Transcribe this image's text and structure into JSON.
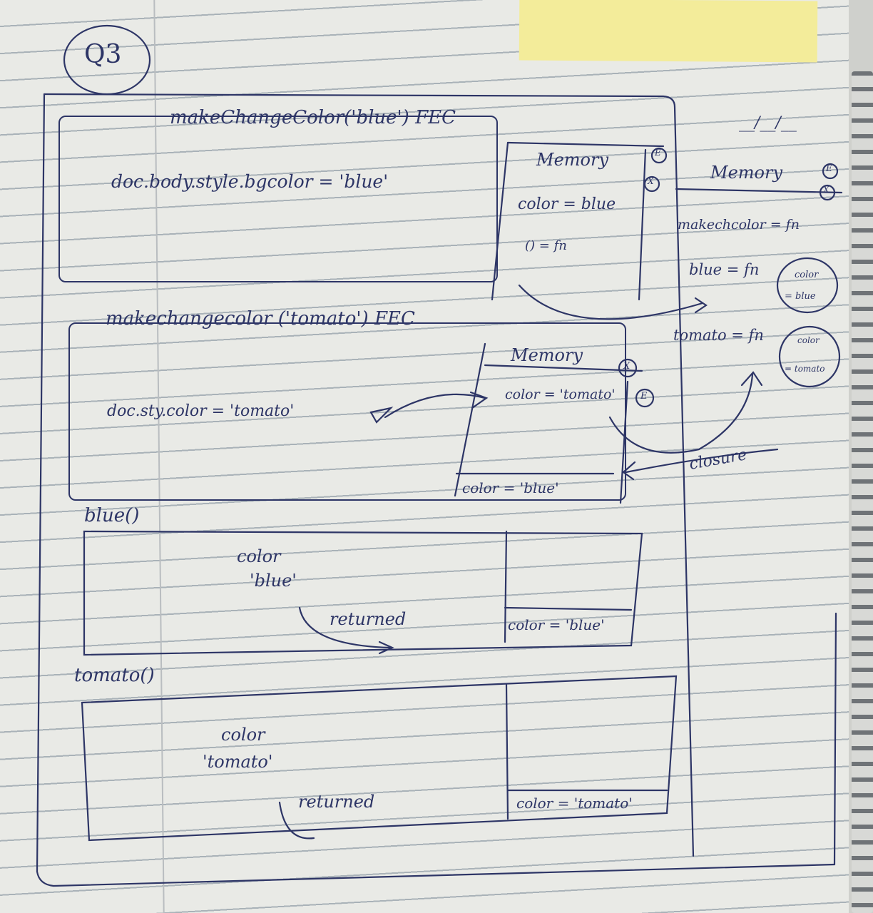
{
  "heading": {
    "label": "Q3"
  },
  "date_field": "__/__/__",
  "blocks": {
    "blue_ctx": {
      "title": "makeChangeColor('blue') FEC",
      "code": "doc.body.style.bgcolor = 'blue'",
      "memory": {
        "title": "Memory",
        "badge_top": "E",
        "badge_bottom": "X",
        "row1": "color = blue",
        "row2": "() = fn"
      }
    },
    "tomato_ctx": {
      "title": "makechangecolor ('tomato') FEC",
      "code": "doc.sty.color = 'tomato'",
      "memory": {
        "title": "Memory",
        "badge_top": "X",
        "badge_bottom": "E",
        "row1": "color = 'tomato'",
        "row2": "color = 'blue'"
      }
    },
    "global": {
      "memory_title": "Memory",
      "badge_top": "E",
      "badge_bottom": "X",
      "rows": [
        "makechcolor = fn",
        "blue = fn",
        "tomato = fn"
      ],
      "blue_closure": [
        "color",
        "= blue"
      ],
      "tomato_closure": [
        "color",
        "= tomato"
      ]
    },
    "closure_label": "closure",
    "blue_call": {
      "title": "blue()",
      "body_line1": "color",
      "body_line2": "'blue'",
      "returned": "returned",
      "memory_row": "color = 'blue'"
    },
    "tomato_call": {
      "title": "tomato()",
      "body_line1": "color",
      "body_line2": "'tomato'",
      "returned": "returned",
      "memory_row": "color = 'tomato'"
    }
  },
  "colors": {
    "ink": "#2d3566",
    "paper": "#e9eae6",
    "rule": "#a9b2b8",
    "sticky_note": "#f3ec9a"
  }
}
